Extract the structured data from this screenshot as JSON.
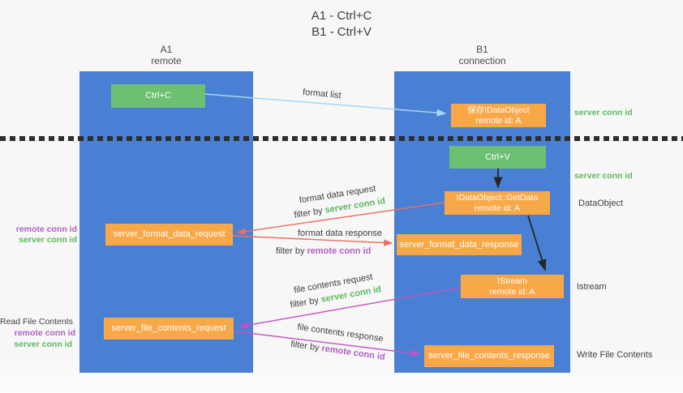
{
  "title": {
    "line1": "A1 - Ctrl+C",
    "line2": "B1 - Ctrl+V"
  },
  "columns": {
    "a1": {
      "name": "A1",
      "subtitle": "remote"
    },
    "b1": {
      "name": "B1",
      "subtitle": "connection"
    }
  },
  "nodes": {
    "ctrl_c": {
      "label": "Ctrl+C"
    },
    "save_idataobject": {
      "line1": "保存IDataObject",
      "line2": "remote id: A"
    },
    "ctrl_v": {
      "label": "Ctrl+V"
    },
    "getdata": {
      "line1": "IDataObject::GetData",
      "line2": "remote id: A"
    },
    "format_request": {
      "label": "server_format_data_request"
    },
    "format_response": {
      "label": "server_format_data_response"
    },
    "istream": {
      "line1": "IStream",
      "line2": "remote id: A"
    },
    "file_request": {
      "label": "server_file_contents_request"
    },
    "file_response": {
      "label": "server_file_contents_response"
    }
  },
  "flow_labels": {
    "format_list": "format list",
    "format_data_request": "format data request",
    "format_data_response": "format data response",
    "file_contents_request": "file contents request",
    "file_contents_response": "file contents response",
    "filter_by": "filter by",
    "server_conn_id": "server conn id",
    "remote_conn_id": "remote conn id"
  },
  "side_labels": {
    "right_server_conn_id_1": "server conn id",
    "right_server_conn_id_2": "server conn id",
    "right_dataobject": "DataObject",
    "right_istream": "Istream",
    "right_write_file_contents": "Write File Contents",
    "left_remote_conn_id_1": "remote conn id",
    "left_server_conn_id_1": "server conn id",
    "left_read_file_contents": "Read File Contents",
    "left_remote_conn_id_2": "remote conn id",
    "left_server_conn_id_2": "server conn id"
  },
  "colors": {
    "column_blue": "#4a80d3",
    "node_orange": "#f9a848",
    "node_green": "#6dbf71",
    "text_green": "#5cb860",
    "text_purple": "#b05fc6",
    "arrow_red": "#e96f63",
    "arrow_magenta": "#c651c6",
    "arrow_lightblue": "#a9d4f2",
    "arrow_black": "#262626",
    "background": "#f7f7f7"
  }
}
